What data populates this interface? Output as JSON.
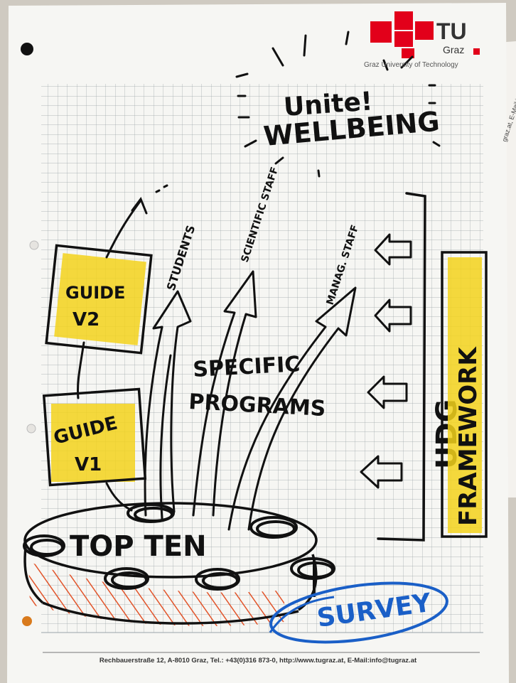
{
  "logo": {
    "brand_short": "TU",
    "brand_city": "Graz",
    "tagline": "Graz University of Technology",
    "brand_color": "#e2001a"
  },
  "side_strip_text": "graz.at, E-Mail:info@tug",
  "header": {
    "line1": "Unite!",
    "line2": "WELLBEING"
  },
  "diagram": {
    "guide_v2": {
      "line1": "GUIDE",
      "line2": "V2"
    },
    "guide_v1": {
      "line1": "GUIDE",
      "line2": "V1"
    },
    "arrow_labels": {
      "students": "STUDENTS",
      "scientific_staff": "SCIENTIFIC STAFF",
      "managing_staff": "MANAG. STAFF"
    },
    "center_label": {
      "line1": "SPECIFIC",
      "line2": "PROGRAMS"
    },
    "base_label": "TOP TEN",
    "survey_label": "SURVEY",
    "framework_left": "UDG",
    "framework_right": "FRAMEWORK",
    "highlight_color": "#f3d21b",
    "hatch_color": "#e2542a",
    "survey_color": "#1a5fc7",
    "ink_color": "#111111"
  },
  "footer": {
    "address": "Rechbauerstraße 12, A-8010 Graz, Tel.: +43(0)316 873-0, http://www.tugraz.at, E-Mail:info@tugraz.at"
  }
}
